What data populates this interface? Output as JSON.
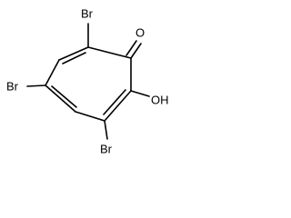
{
  "molecule": {
    "substituent_labels": {
      "br_top": "Br",
      "oxygen": "O",
      "br_left": "Br",
      "hydroxyl": "OH",
      "br_bottom": "Br"
    }
  }
}
